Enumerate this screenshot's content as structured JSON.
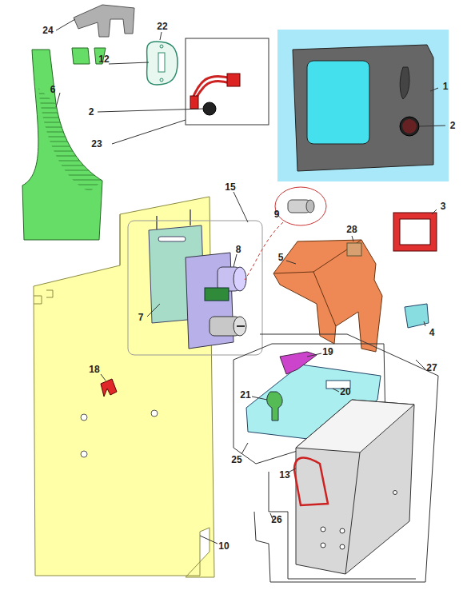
{
  "diagram": {
    "labels": [
      "24",
      "22",
      "1",
      "12",
      "6",
      "2",
      "2",
      "23",
      "15",
      "9",
      "3",
      "28",
      "5",
      "8",
      "7",
      "4",
      "19",
      "18",
      "27",
      "20",
      "21",
      "25",
      "13",
      "26",
      "10"
    ]
  }
}
